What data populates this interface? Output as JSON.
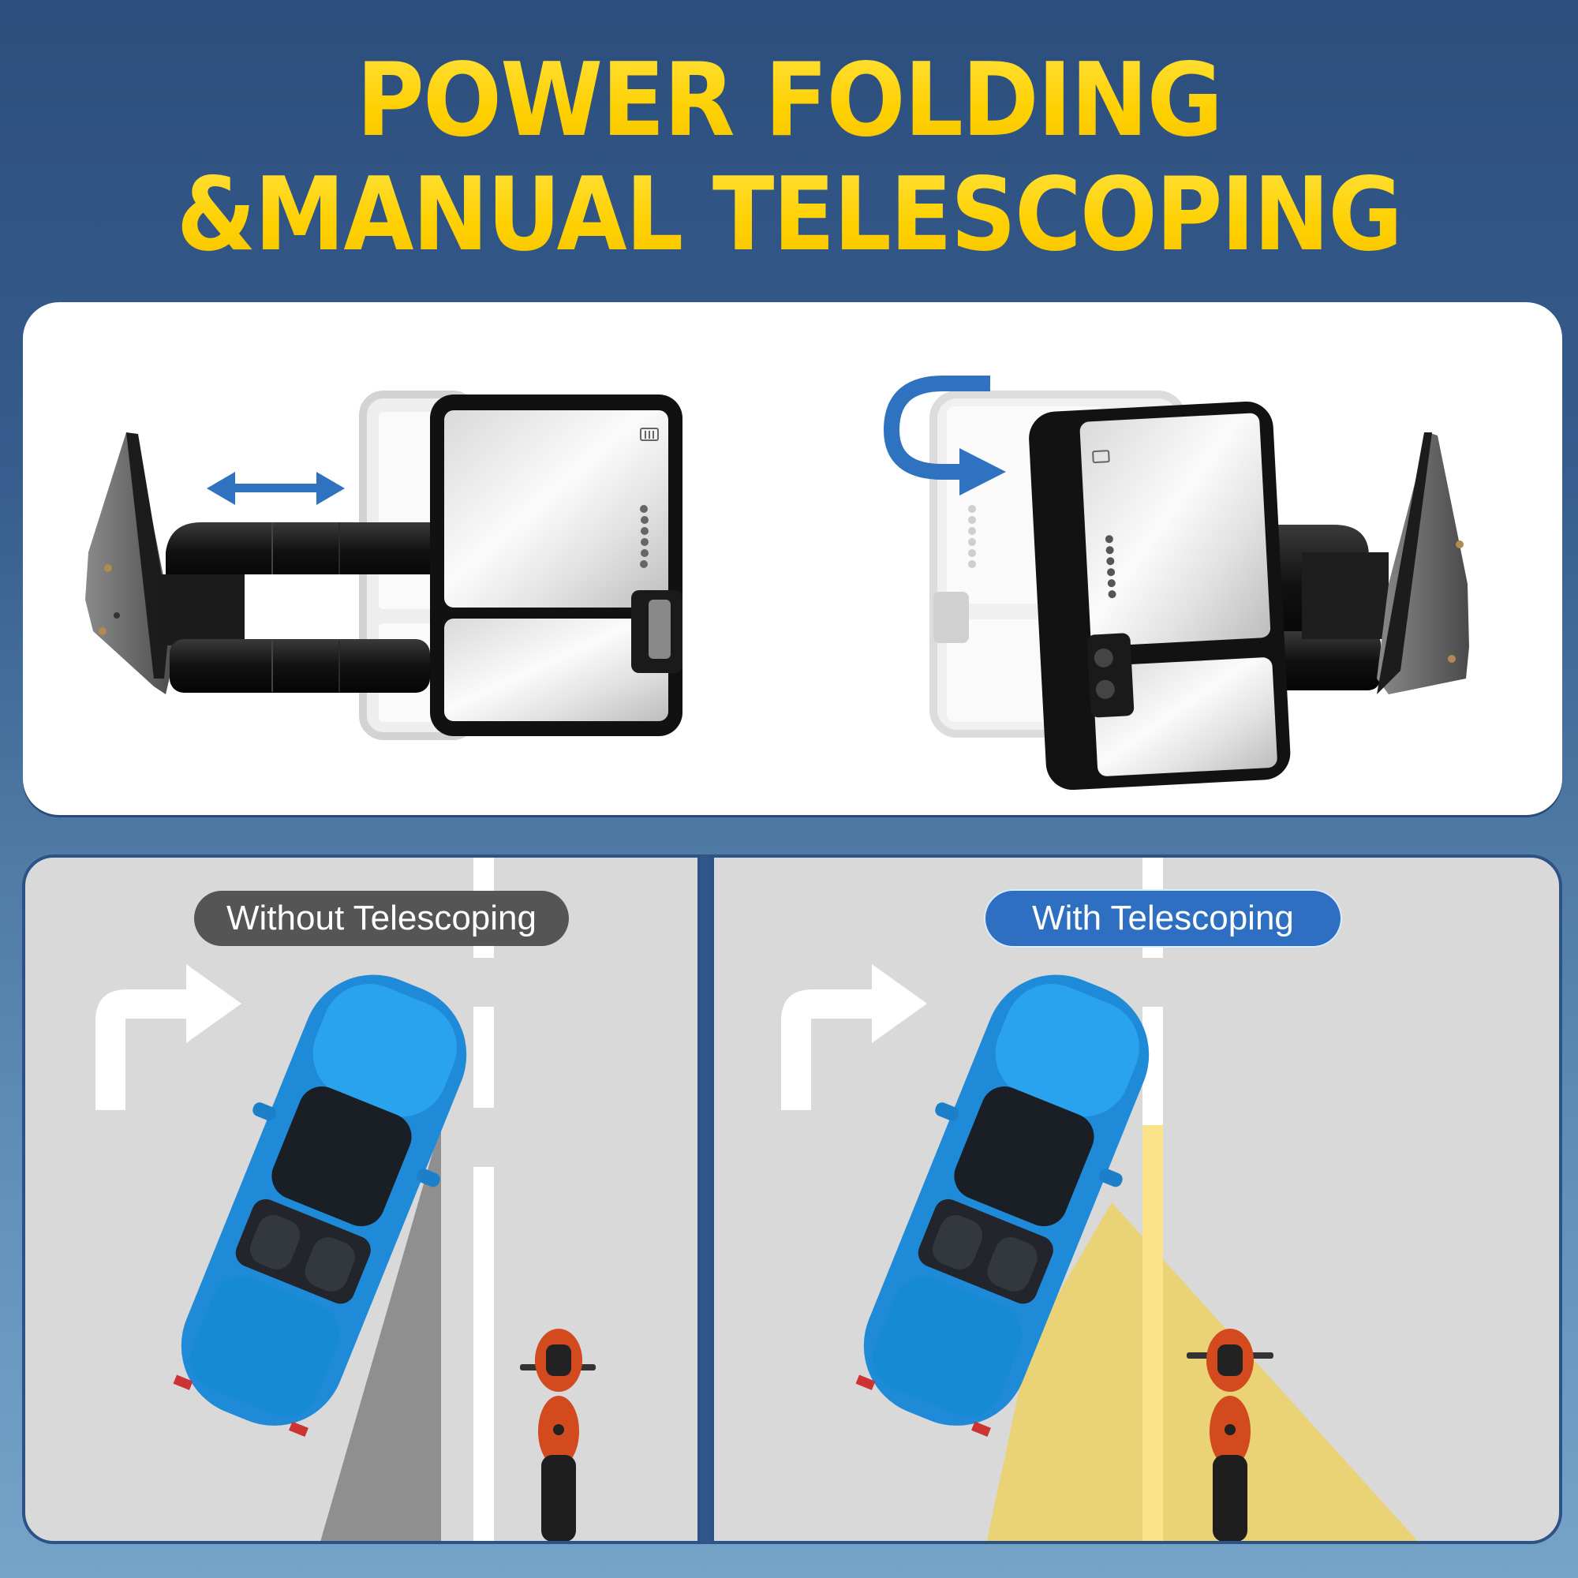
{
  "header": {
    "title_line1": "POWER FOLDING",
    "title_line2": "&MANUAL TELESCOPING",
    "title_color": "#ffd400"
  },
  "top_panel": {
    "left_illustration": {
      "label": "telescoping-mirror-extended",
      "arrow": "double-horizontal-arrow",
      "arrow_color": "#2f72bf",
      "signal_dots": 6,
      "icon": "heater-defrost-icon"
    },
    "right_illustration": {
      "label": "power-folding-mirror",
      "arrow": "fold-curved-arrow",
      "arrow_color": "#2f72bf",
      "signal_dots": 6,
      "icon": "heater-defrost-icon"
    }
  },
  "comparison": {
    "left": {
      "label": "Without Telescoping",
      "label_bg": "#555555",
      "view_cone_color": "#8f8f8f",
      "turn_arrow": "right-turn-arrow"
    },
    "right": {
      "label": "With Telescoping",
      "label_bg": "#2e6fc2",
      "view_cone_color": "#ecd16e",
      "turn_arrow": "right-turn-arrow"
    }
  },
  "colors": {
    "background_top": "#2c4e7d",
    "background_bottom": "#76a3c8",
    "road": "#d9d9d9",
    "car": "#1f8ad8",
    "motorcycle": "#d24a1e"
  }
}
